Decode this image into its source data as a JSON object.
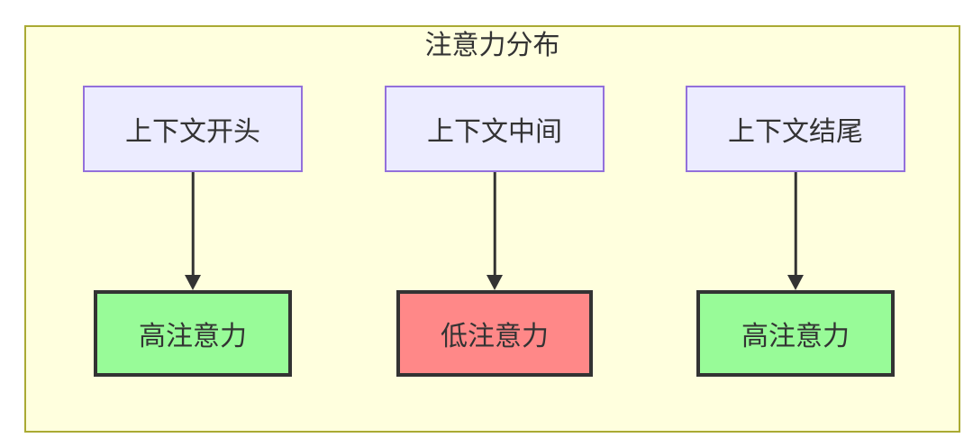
{
  "diagram": {
    "type": "flowchart",
    "title": "注意力分布",
    "top_nodes": [
      {
        "id": "A",
        "label": "上下文开头"
      },
      {
        "id": "B",
        "label": "上下文中间"
      },
      {
        "id": "C",
        "label": "上下文结尾"
      }
    ],
    "bottom_nodes": [
      {
        "id": "D",
        "label": "高注意力",
        "status": "high"
      },
      {
        "id": "E",
        "label": "低注意力",
        "status": "low"
      },
      {
        "id": "F",
        "label": "高注意力",
        "status": "high"
      }
    ],
    "edges": [
      {
        "from": "A",
        "to": "D",
        "style": "arrow-down"
      },
      {
        "from": "B",
        "to": "E",
        "style": "arrow-down"
      },
      {
        "from": "C",
        "to": "F",
        "style": "arrow-down"
      }
    ],
    "colors": {
      "container_fill": "#ffffde",
      "container_border": "#aaaa33",
      "node_fill": "#ececff",
      "node_border": "#9370db",
      "high_fill": "#98fb98",
      "low_fill": "#ff8888",
      "result_border": "#333333",
      "text": "#333333",
      "arrow": "#333333"
    }
  }
}
